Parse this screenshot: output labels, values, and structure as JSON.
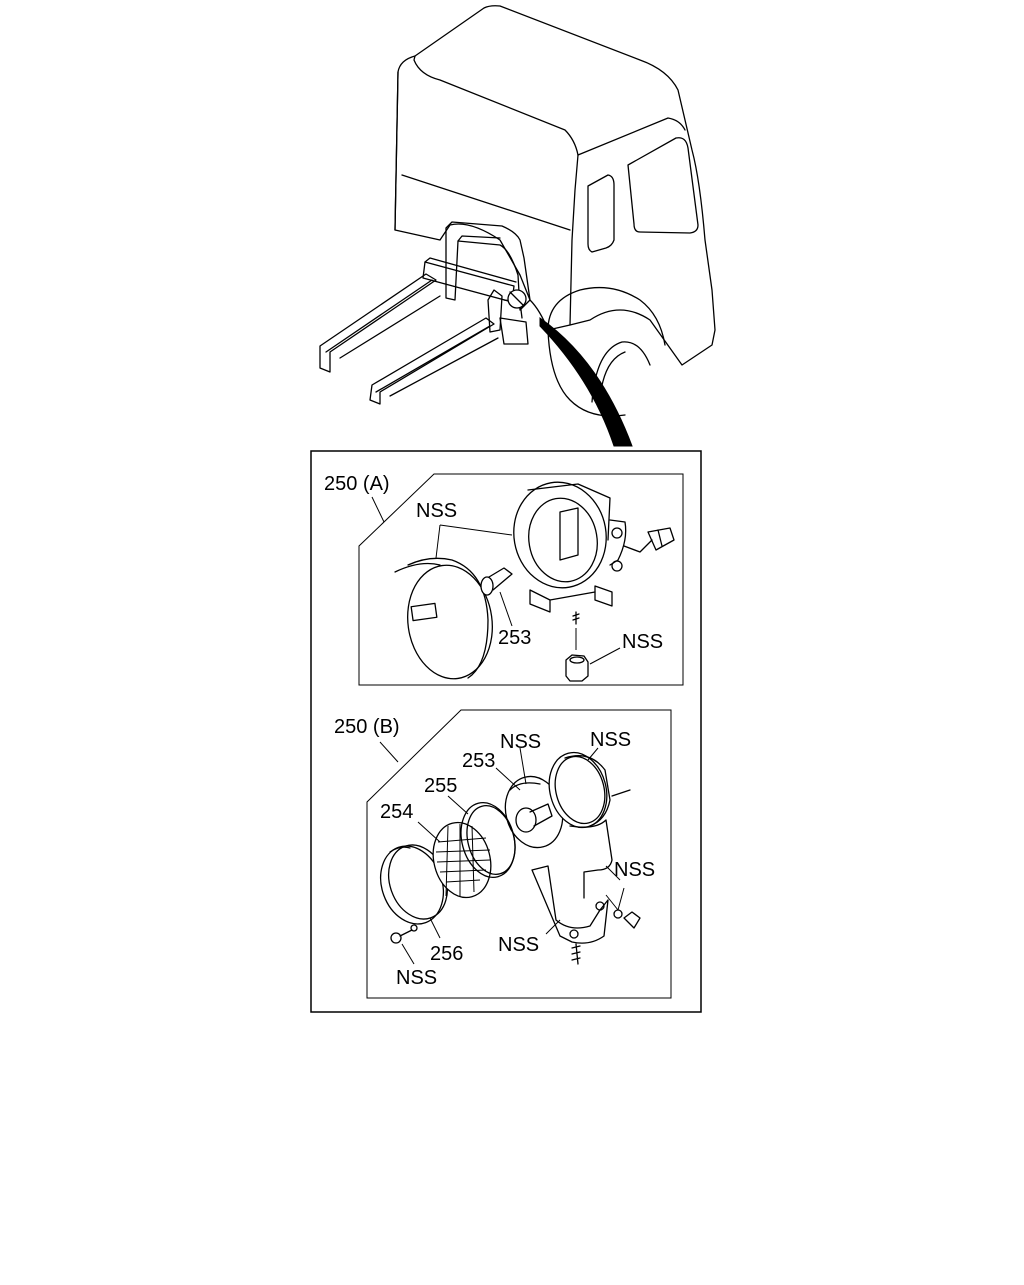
{
  "callouts": {
    "assembly_a": "250 (A)",
    "assembly_b": "250 (B)",
    "a_nss_lens": "NSS",
    "a_bulb": "253",
    "a_nss_nut": "NSS",
    "b_nss_top": "NSS",
    "b_nss_right": "NSS",
    "b_bulb": "253",
    "b_gasket": "255",
    "b_lens": "254",
    "b_nss_brackets": "NSS",
    "b_nss_bracket_lower": "NSS",
    "b_rim": "256",
    "b_nss_screw": "NSS"
  }
}
